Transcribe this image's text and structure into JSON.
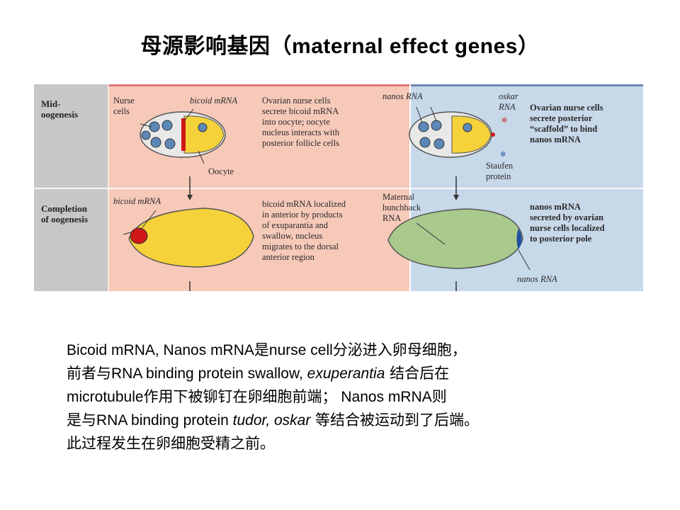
{
  "title": {
    "cn": "母源影响基因（",
    "en": "maternal effect genes",
    "close": "）"
  },
  "figure": {
    "row_labels": {
      "mid": "Mid-\noogenesis",
      "completion": "Completion\nof oogenesis"
    },
    "pink": {
      "top": {
        "nurse_cells": "Nurse\ncells",
        "bicoid_mrna": "bicoid mRNA",
        "oocyte": "Oocyte",
        "desc": "Ovarian nurse cells\nsecrete bicoid mRNA\ninto oocyte; oocyte\nnucleus interacts with\nposterior follicle cells"
      },
      "bottom": {
        "bicoid_mrna": "bicoid mRNA",
        "desc": "bicoid mRNA localized\nin anterior by products\nof exuparantia and\nswallow, nucleus\nmigrates to the dorsal\nanterior region"
      }
    },
    "blue": {
      "top": {
        "nanos_rna": "nanos RNA",
        "oskar_rna": "oskar\nRNA",
        "staufen": "Staufen\nprotein",
        "desc": "Ovarian nurse cells\nsecrete posterior\n“scaffold” to bind\nnanos mRNA"
      },
      "bottom": {
        "maternal_hb": "Maternal\nhunchback\nRNA",
        "nanos_rna": "nanos RNA",
        "desc": "nanos mRNA\nsecreted by ovarian\nnurse cells localized\nto posterior pole"
      }
    }
  },
  "body": {
    "l1_a": "Bicoid mRNA, Nanos mRNA",
    "l1_b": "是",
    "l1_c": "nurse cell",
    "l1_d": "分泌进入卵母细胞，",
    "l2_a": "前者与",
    "l2_b": "RNA binding protein swallow, ",
    "l2_c": "exuperantia",
    "l2_d": " 结合后在",
    "l3_a": "microtubule",
    "l3_b": "作用下被铆钉在卵细胞前端；",
    "l3_c": " Nanos mRNA",
    "l3_d": "则",
    "l4_a": "是与",
    "l4_b": "RNA binding protein ",
    "l4_c": "tudor, oskar",
    "l4_d": " 等结合被运动到了后端。",
    "l5": "此过程发生在卵细胞受精之前。"
  },
  "colors": {
    "pink_panel": "#f6c9b9",
    "blue_panel": "#c7d8e9",
    "label_panel": "#c7c7c7",
    "bicoid_red": "#d01818",
    "oocyte_yellow": "#f6d23a",
    "hunchback_green": "#a9c98d",
    "nanos_blue": "#1f4fa3"
  }
}
